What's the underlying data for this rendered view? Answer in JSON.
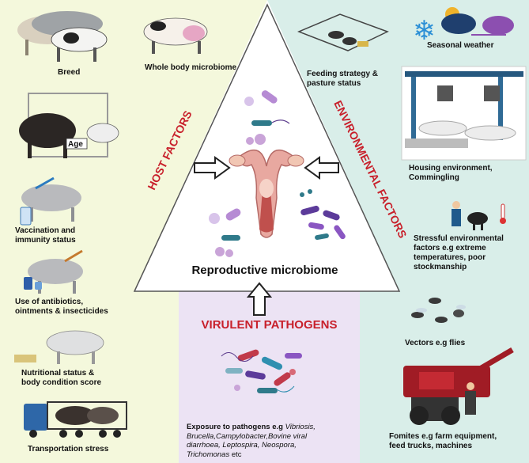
{
  "center": {
    "title": "Reproductive  microbiome"
  },
  "host": {
    "heading": "HOST FACTORS",
    "items": {
      "breed": "Breed",
      "whole_body": "Whole body microbiome",
      "age": "Age",
      "vaccination_1": "Vaccination and",
      "vaccination_2": "immunity status",
      "antibiotics_1": "Use of antibiotics,",
      "antibiotics_2": "ointments & insecticides",
      "nutrition_1": "Nutritional status &",
      "nutrition_2": "body condition score",
      "transport": "Transportation stress"
    }
  },
  "environmental": {
    "heading": "ENVIRONMENTAL FACTORS",
    "items": {
      "feeding_1": "Feeding strategy &",
      "feeding_2": "pasture status",
      "weather": "Seasonal weather",
      "housing_1": "Housing environment,",
      "housing_2": "Commingling",
      "stress_1": "Stressful environmental",
      "stress_2": "factors e.g extreme",
      "stress_3": "temperatures, poor",
      "stress_4": "stockmanship",
      "vectors": "Vectors e.g flies",
      "fomites_1": "Fomites e.g farm equipment,",
      "fomites_2": "feed trucks, machines"
    }
  },
  "pathogens": {
    "heading": "VIRULENT PATHOGENS",
    "line1": "Exposure to pathogens e.g ",
    "line1_it": "Vibriosis,",
    "line2_it": "Brucella,Campylobacter,Bovine viral",
    "line3_it": "diarrhoea, Leptospira, Neospora,",
    "line4_it": "Trichomonas",
    "line4_end": " etc"
  },
  "colors": {
    "host_panel": "#f4f8dc",
    "env_panel": "#d9eee9",
    "pathogen_panel": "#ece3f4",
    "heading_red": "#c8202b"
  }
}
